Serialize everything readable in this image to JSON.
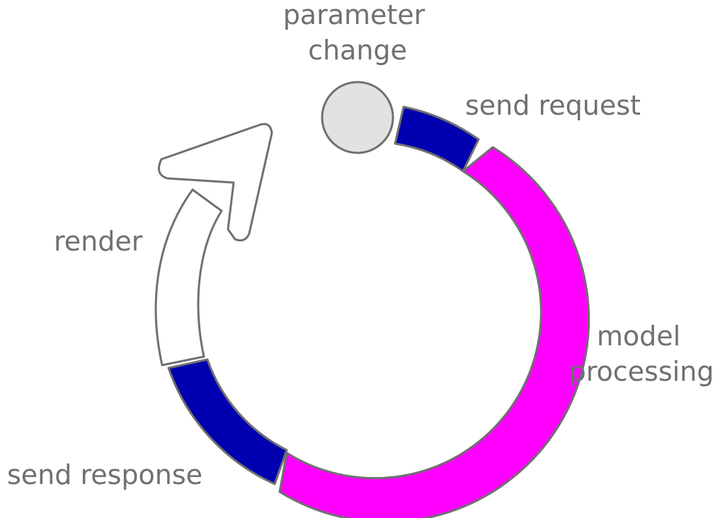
{
  "labels": {
    "start_line1": "parameter",
    "start_line2": "change",
    "send_request": "send request",
    "model_line1": "model",
    "model_line2": "processing",
    "send_response": "send response",
    "render": "render"
  },
  "colors": {
    "send_request": "#0000b0",
    "model_processing": "#ff00ff",
    "send_response": "#0000b0",
    "render": "#ffffff",
    "start_node": "#e2e2e2",
    "outline": "#707070",
    "text": "#707070"
  }
}
